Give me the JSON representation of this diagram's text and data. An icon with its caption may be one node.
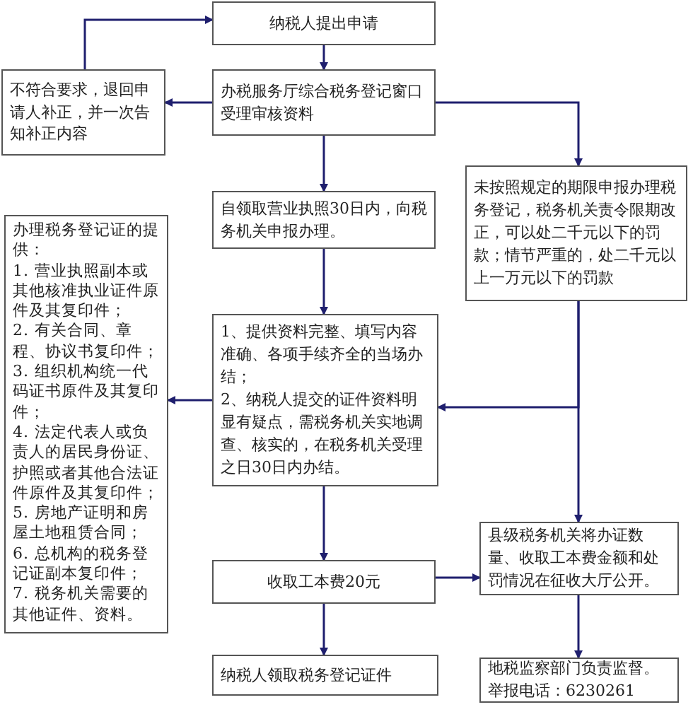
{
  "diagram": {
    "nodes": [
      {
        "text": [
          "纳税人提出申请"
        ]
      },
      {
        "text": [
          "不符合要求，退回申请人补正，并一次告知补正内容"
        ]
      },
      {
        "text": [
          "办税服务厅综合税务登记窗口受理审核资料"
        ]
      },
      {
        "text": [
          "未按照规定的期限申报办理税务登记，税务机关责令限期改正，可以处二千元以下的罚款；情节严重的，处二千元以上一万元以下的罚款"
        ]
      },
      {
        "text": [
          "自领取营业执照30日内，向税务机关申报办理。"
        ]
      },
      {
        "text": [
          "办理税务登记证的提供：",
          "1. 营业执照副本或其他核准执业证件原件及其复印件；",
          "2. 有关合同、章程、协议书复印件；",
          "3. 组织机构统一代码证书原件及其复印件；",
          "4. 法定代表人或负责人的居民身份证、护照或者其他合法证件原件及其复印件；",
          "5. 房地产证明和房屋土地租赁合同；",
          "6. 总机构的税务登记证副本复印件；",
          "7. 税务机关需要的其他证件、资料。"
        ]
      },
      {
        "text": [
          "1、提供资料完整、填写内容准确、各项手续齐全的当场办结；",
          "2、纳税人提交的证件资料明显有疑点，需税务机关实地调查、核实的，在税务机关受理之日30日内办结。"
        ]
      },
      {
        "text": [
          "县级税务机关将办证数量、收取工本费金额和处罚情况在征收大厅公开。"
        ]
      },
      {
        "text": [
          "收取工本费20元"
        ]
      },
      {
        "text": [
          "纳税人领取税务登记证件"
        ]
      },
      {
        "text": [
          "地税监察部门负责监督。举报电话：6230261"
        ]
      }
    ],
    "edges": [
      {
        "from": 1,
        "to": 0,
        "arrow": "to"
      },
      {
        "from": 0,
        "to": 2,
        "arrow": "to"
      },
      {
        "from": 2,
        "to": 1,
        "arrow": "to"
      },
      {
        "from": 2,
        "to": 3,
        "arrow": "to"
      },
      {
        "from": 2,
        "to": 4,
        "arrow": "to"
      },
      {
        "from": 4,
        "to": 6,
        "arrow": "to"
      },
      {
        "from": 6,
        "to": 5,
        "arrow": "to"
      },
      {
        "from": 3,
        "to": 6,
        "arrow": "to"
      },
      {
        "from": 3,
        "to": 7,
        "arrow": "to"
      },
      {
        "from": 6,
        "to": 8,
        "arrow": "to"
      },
      {
        "from": 8,
        "to": 7,
        "arrow": "to"
      },
      {
        "from": 8,
        "to": 9,
        "arrow": "to"
      },
      {
        "from": 7,
        "to": 10,
        "arrow": "to"
      }
    ]
  }
}
